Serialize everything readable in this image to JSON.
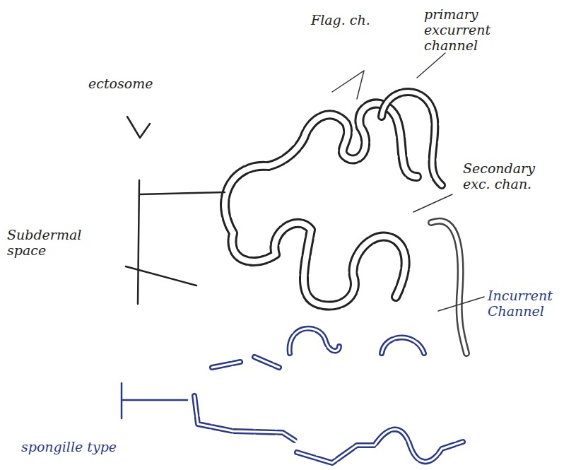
{
  "diagram": {
    "labels": [
      "Flag. ch.",
      "primary excurrent channel",
      "ectosome",
      "Subdermal space",
      "Secondary exc. chan.",
      "Incurrent Channel",
      "spongille type"
    ]
  }
}
